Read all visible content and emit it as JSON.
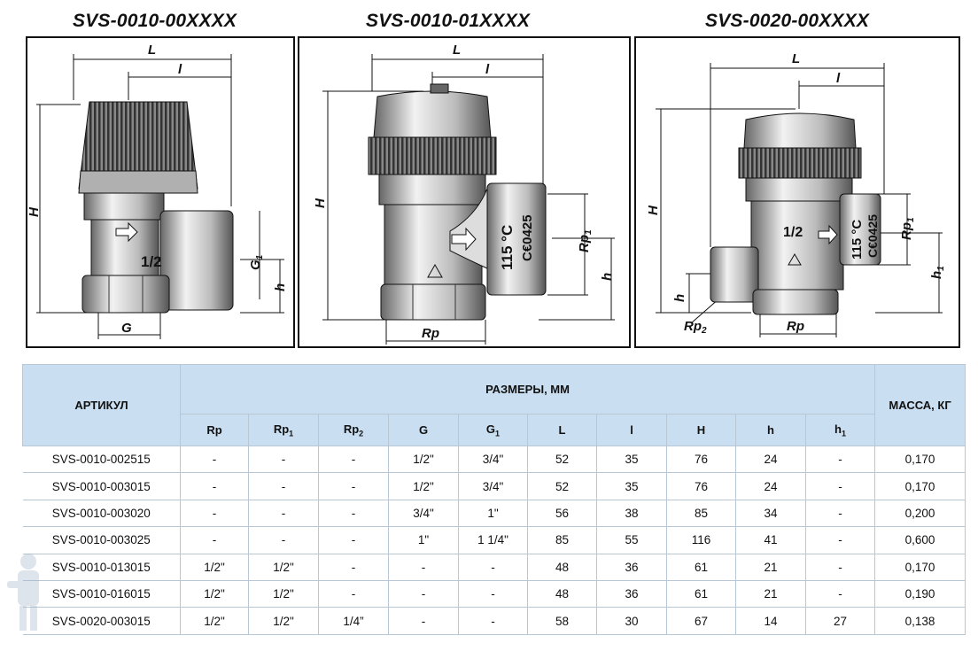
{
  "models": [
    {
      "title": "SVS-0010-00XXXX"
    },
    {
      "title": "SVS-0010-01XXXX"
    },
    {
      "title": "SVS-0020-00XXXX"
    }
  ],
  "drawings": {
    "d1": {
      "L": "L",
      "l": "l",
      "H": "H",
      "h": "h",
      "G": "G",
      "G1": "G",
      "G1sub": "1",
      "size": "1/2"
    },
    "d2": {
      "L": "L",
      "l": "l",
      "H": "H",
      "h": "h",
      "Rp": "Rp",
      "Rp1": "Rp",
      "Rp1sub": "1",
      "temp": "115 °C",
      "ce": "C€0425"
    },
    "d3": {
      "L": "L",
      "l": "l",
      "H": "H",
      "h": "h",
      "h1": "h",
      "h1sub": "1",
      "Rp": "Rp",
      "Rp1": "Rp",
      "Rp1sub": "1",
      "Rp2": "Rp",
      "Rp2sub": "2",
      "size": "1/2",
      "temp": "115 °C",
      "ce": "C€0425"
    }
  },
  "table": {
    "article_header": "АРТИКУЛ",
    "dimensions_header": "РАЗМЕРЫ, ММ",
    "mass_header": "МАССА, КГ",
    "columns": [
      {
        "label": "Rp",
        "sub": ""
      },
      {
        "label": "Rp",
        "sub": "1"
      },
      {
        "label": "Rp",
        "sub": "2"
      },
      {
        "label": "G",
        "sub": ""
      },
      {
        "label": "G",
        "sub": "1"
      },
      {
        "label": "L",
        "sub": ""
      },
      {
        "label": "l",
        "sub": ""
      },
      {
        "label": "H",
        "sub": ""
      },
      {
        "label": "h",
        "sub": ""
      },
      {
        "label": "h",
        "sub": "1"
      }
    ],
    "rows": [
      {
        "article": "SVS-0010-002515",
        "cells": [
          "-",
          "-",
          "-",
          "1/2\"",
          "3/4\"",
          "52",
          "35",
          "76",
          "24",
          "-"
        ],
        "mass": "0,170"
      },
      {
        "article": "SVS-0010-003015",
        "cells": [
          "-",
          "-",
          "-",
          "1/2\"",
          "3/4\"",
          "52",
          "35",
          "76",
          "24",
          "-"
        ],
        "mass": "0,170"
      },
      {
        "article": "SVS-0010-003020",
        "cells": [
          "-",
          "-",
          "-",
          "3/4\"",
          "1\"",
          "56",
          "38",
          "85",
          "34",
          "-"
        ],
        "mass": "0,200"
      },
      {
        "article": "SVS-0010-003025",
        "cells": [
          "-",
          "-",
          "-",
          "1\"",
          "1 1/4\"",
          "85",
          "55",
          "116",
          "41",
          "-"
        ],
        "mass": "0,600"
      },
      {
        "article": "SVS-0010-013015",
        "cells": [
          "1/2\"",
          "1/2\"",
          "-",
          "-",
          "-",
          "48",
          "36",
          "61",
          "21",
          "-"
        ],
        "mass": "0,170"
      },
      {
        "article": "SVS-0010-016015",
        "cells": [
          "1/2\"",
          "1/2\"",
          "-",
          "-",
          "-",
          "48",
          "36",
          "61",
          "21",
          "-"
        ],
        "mass": "0,190"
      },
      {
        "article": "SVS-0020-003015",
        "cells": [
          "1/2\"",
          "1/2\"",
          "1/4”",
          "-",
          "-",
          "58",
          "30",
          "67",
          "14",
          "27"
        ],
        "mass": "0,138"
      }
    ]
  },
  "colors": {
    "header_bg": "#c9def0",
    "border": "#b8c7d6",
    "line": "#111111"
  }
}
